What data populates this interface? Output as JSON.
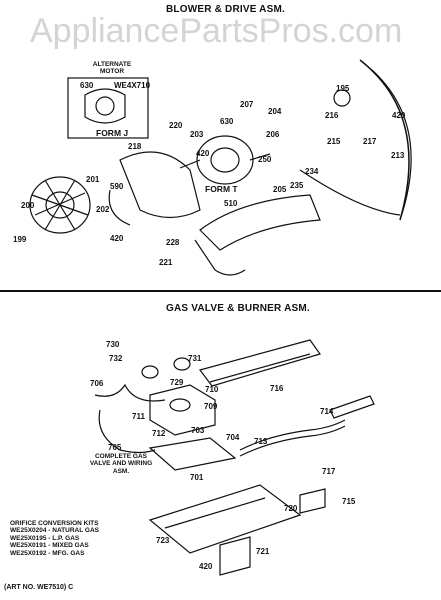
{
  "watermark": "AppliancePartsPros.com",
  "headers": {
    "blower": "BLOWER & DRIVE ASM.",
    "gas": "GAS VALVE & BURNER ASM."
  },
  "alternate_motor": {
    "label": "ALTERNATE MOTOR",
    "part_a": "630",
    "part_b": "WE4X710",
    "form": "FORM J"
  },
  "form_t": "FORM T",
  "blower_parts": [
    "195",
    "207",
    "204",
    "216",
    "420",
    "215",
    "217",
    "213",
    "220",
    "203",
    "630",
    "250",
    "206",
    "235",
    "234",
    "205",
    "218",
    "201",
    "200",
    "202",
    "590",
    "510",
    "420",
    "199",
    "228",
    "221",
    "420"
  ],
  "gas_parts": [
    "730",
    "732",
    "731",
    "729",
    "710",
    "716",
    "706",
    "709",
    "711",
    "712",
    "703",
    "704",
    "713",
    "714",
    "705",
    "701",
    "717",
    "715",
    "720",
    "723",
    "721",
    "420"
  ],
  "kit_label": "COMPLETE GAS VALVE AND WIRING ASM.",
  "orifice": {
    "title": "ORIFICE CONVERSION KITS",
    "lines": [
      "WE25X0204 - NATURAL GAS",
      "WE25X0195 - L.P. GAS",
      "WE25X0191 - MIXED GAS",
      "WE25X0192 - MFG. GAS"
    ]
  },
  "art_no": "(ART NO. WE7510) C"
}
